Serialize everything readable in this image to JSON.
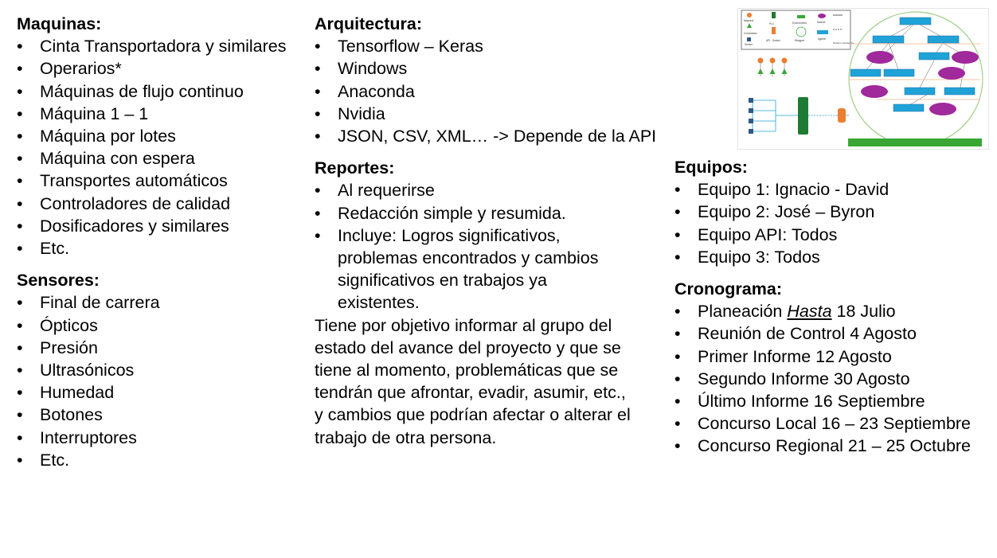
{
  "maquinas": {
    "heading": "Maquinas:",
    "items": [
      "Cinta Transportadora y similares",
      "Operarios*",
      "Máquinas de flujo continuo",
      "Máquina 1 – 1",
      "Máquina por lotes",
      "Máquina con espera",
      "Transportes automáticos",
      "Controladores de calidad",
      "Dosificadores y similares",
      "Etc."
    ]
  },
  "sensores": {
    "heading": "Sensores:",
    "items": [
      "Final de carrera",
      "Ópticos",
      "Presión",
      "Ultrasónicos",
      "Humedad",
      "Botones",
      "Interruptores",
      "Etc."
    ]
  },
  "arquitectura": {
    "heading": "Arquitectura:",
    "items": [
      "Tensorflow – Keras",
      "Windows",
      "Anaconda",
      "Nvidia",
      "JSON, CSV, XML… -> Depende de la API"
    ]
  },
  "reportes": {
    "heading": "Reportes:",
    "items": [
      "Al requerirse",
      "Redacción simple y resumida.",
      "Incluye: Logros significativos, problemas encontrados y cambios significativos en trabajos ya existentes."
    ],
    "paragraph": "Tiene por objetivo informar al grupo del estado del avance del proyecto y que se tiene al momento, problemáticas que se tendrán que afrontar, evadir, asumir, etc., y cambios que podrían afectar o alterar el trabajo de otra persona."
  },
  "equipos": {
    "heading": "Equipos:",
    "items": [
      "Equipo 1: Ignacio - David",
      "Equipo 2: José – Byron",
      "Equipo API: Todos",
      "Equipo 3: Todos"
    ]
  },
  "cronograma": {
    "heading": "Cronograma:",
    "first": {
      "prefix": "Planeación",
      "emph": "Hasta",
      "suffix": "18 Julio"
    },
    "items": [
      "Reunión de Control 4 Agosto",
      "Primer Informe 12 Agosto",
      "Segundo Informe 30 Agosto",
      "Último Informe 16 Septiembre",
      "Concurso Local 16 – 23 Septiembre",
      "Concurso Regional 21 – 25 Octubre"
    ]
  },
  "diagram": {
    "legend": [
      "Maquina",
      "PLC",
      "Environment",
      "Module",
      "Controlador",
      "API - Socket",
      "Wrapper",
      "Agente",
      "Sensor",
      "Division estrategica"
    ]
  },
  "colors": {
    "orange": "#ed7d31",
    "green": "#1e7b34",
    "blue": "#1fa2d7",
    "purple": "#a0299b",
    "bar_green": "#3aa636"
  }
}
